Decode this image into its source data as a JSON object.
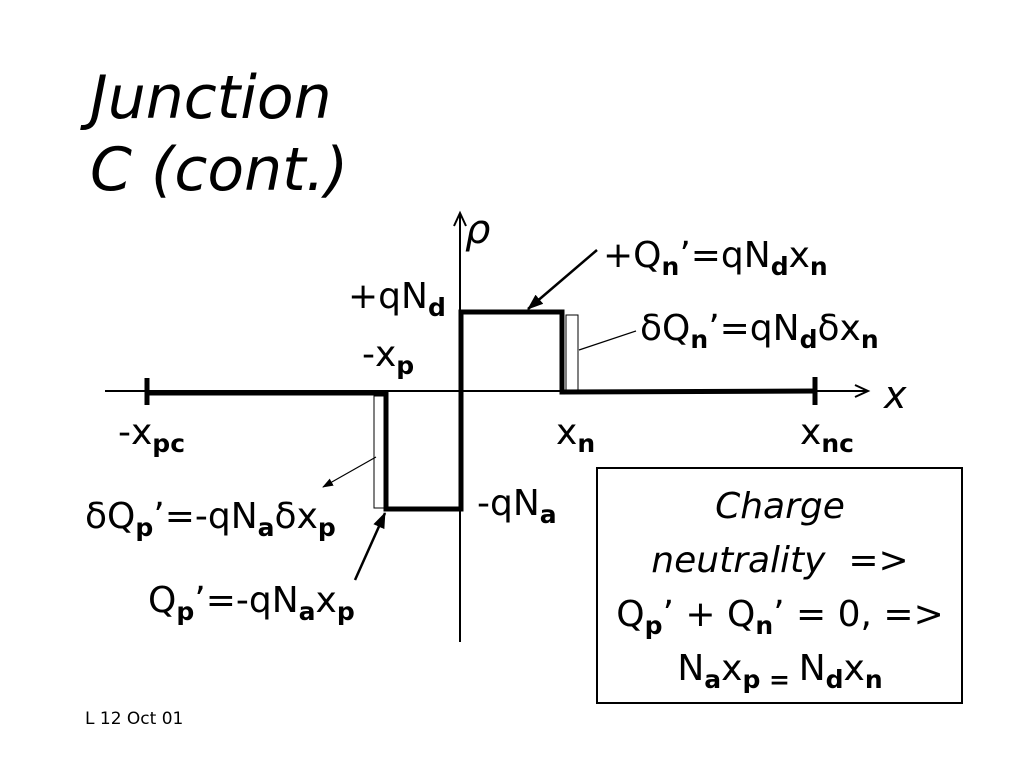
{
  "slide": {
    "title_line1": "Junction",
    "title_line2": "C (cont.)",
    "footer": "L 12 Oct 01"
  },
  "colors": {
    "ink": "#000000",
    "background": "#ffffff"
  },
  "axes": {
    "vertical_label": "ρ",
    "horizontal_label": "x"
  },
  "charge_levels": {
    "donor": [
      "+qN",
      "d"
    ],
    "acceptor": [
      "-qN",
      "a"
    ]
  },
  "axis_marks": {
    "neg_xp": [
      "-x",
      "p"
    ],
    "neg_xpc": [
      "-x",
      "pc"
    ],
    "xn": [
      "x",
      "n"
    ],
    "xnc": [
      "x",
      "nc"
    ]
  },
  "charge_equations": {
    "Qn": [
      "+Q",
      "n",
      "’=qN",
      "d",
      "x",
      "n"
    ],
    "dQn": [
      "δQ",
      "n",
      "’=qN",
      "d",
      "δx",
      "n"
    ],
    "dQp": [
      "δQ",
      "p",
      "’=-qN",
      "a",
      "δx",
      "p"
    ],
    "Qp": [
      "Q",
      "p",
      "’=-qN",
      "a",
      "x",
      "p"
    ]
  },
  "neutrality_box": {
    "line1": "Charge",
    "line2": "neutrality  =>",
    "line3": [
      "Q",
      "p",
      "’ + Q",
      "n",
      "’ = 0, =>"
    ],
    "line4": [
      "N",
      "a",
      "x",
      "p",
      " = ",
      "N",
      "d",
      "x",
      "n"
    ]
  }
}
